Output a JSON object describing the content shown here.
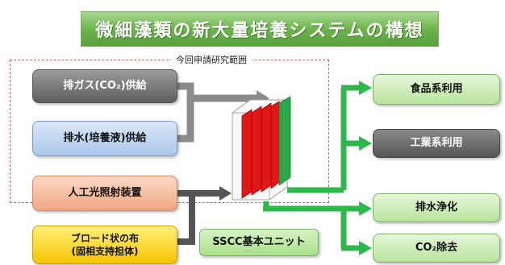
{
  "title": "微細藻類の新大量培養システムの構想",
  "region_label": "今回申請研究範囲",
  "inputs": {
    "gas": "排ガス(CO₂)供給",
    "water": "排水(培養液)供給",
    "light": "人工光照射装置",
    "cloth_line1": "ブロード状の布",
    "cloth_line2": "(固相支持担体)"
  },
  "unit_label": "SSCC基本ユニット",
  "outputs": {
    "food": "食品系利用",
    "industry": "工業系利用",
    "purify": "排水浄化",
    "co2": "CO₂除去"
  },
  "colors": {
    "title_green": "#6fb54e",
    "green_arrow": "#2db84a",
    "gray_arrow": "#7a7a7a",
    "dark_arrow": "#555555",
    "red_panel": "#e01818",
    "green_panel": "#2aa84a"
  }
}
